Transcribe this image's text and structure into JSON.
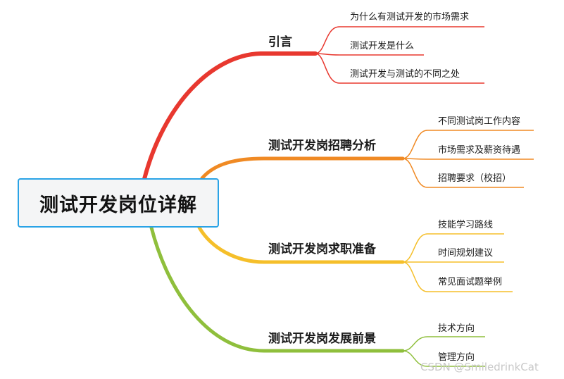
{
  "root": {
    "title": "测试开发岗位详解"
  },
  "branches": [
    {
      "label": "引言",
      "color": "#e8382f",
      "children": [
        "为什么有测试开发的市场需求",
        "测试开发是什么",
        "测试开发与测试的不同之处"
      ]
    },
    {
      "label": "测试开发岗招聘分析",
      "color": "#f08a24",
      "children": [
        "不同测试岗工作内容",
        "市场需求及薪资待遇",
        "招聘要求（校招）"
      ]
    },
    {
      "label": "测试开发岗求职准备",
      "color": "#f5bf2a",
      "children": [
        "技能学习路线",
        "时间规划建议",
        "常见面试题举例"
      ]
    },
    {
      "label": "测试开发岗发展前景",
      "color": "#8fbf3c",
      "children": [
        "技术方向",
        "管理方向"
      ]
    }
  ],
  "watermark": "CSDN @SmiledrinkCat"
}
